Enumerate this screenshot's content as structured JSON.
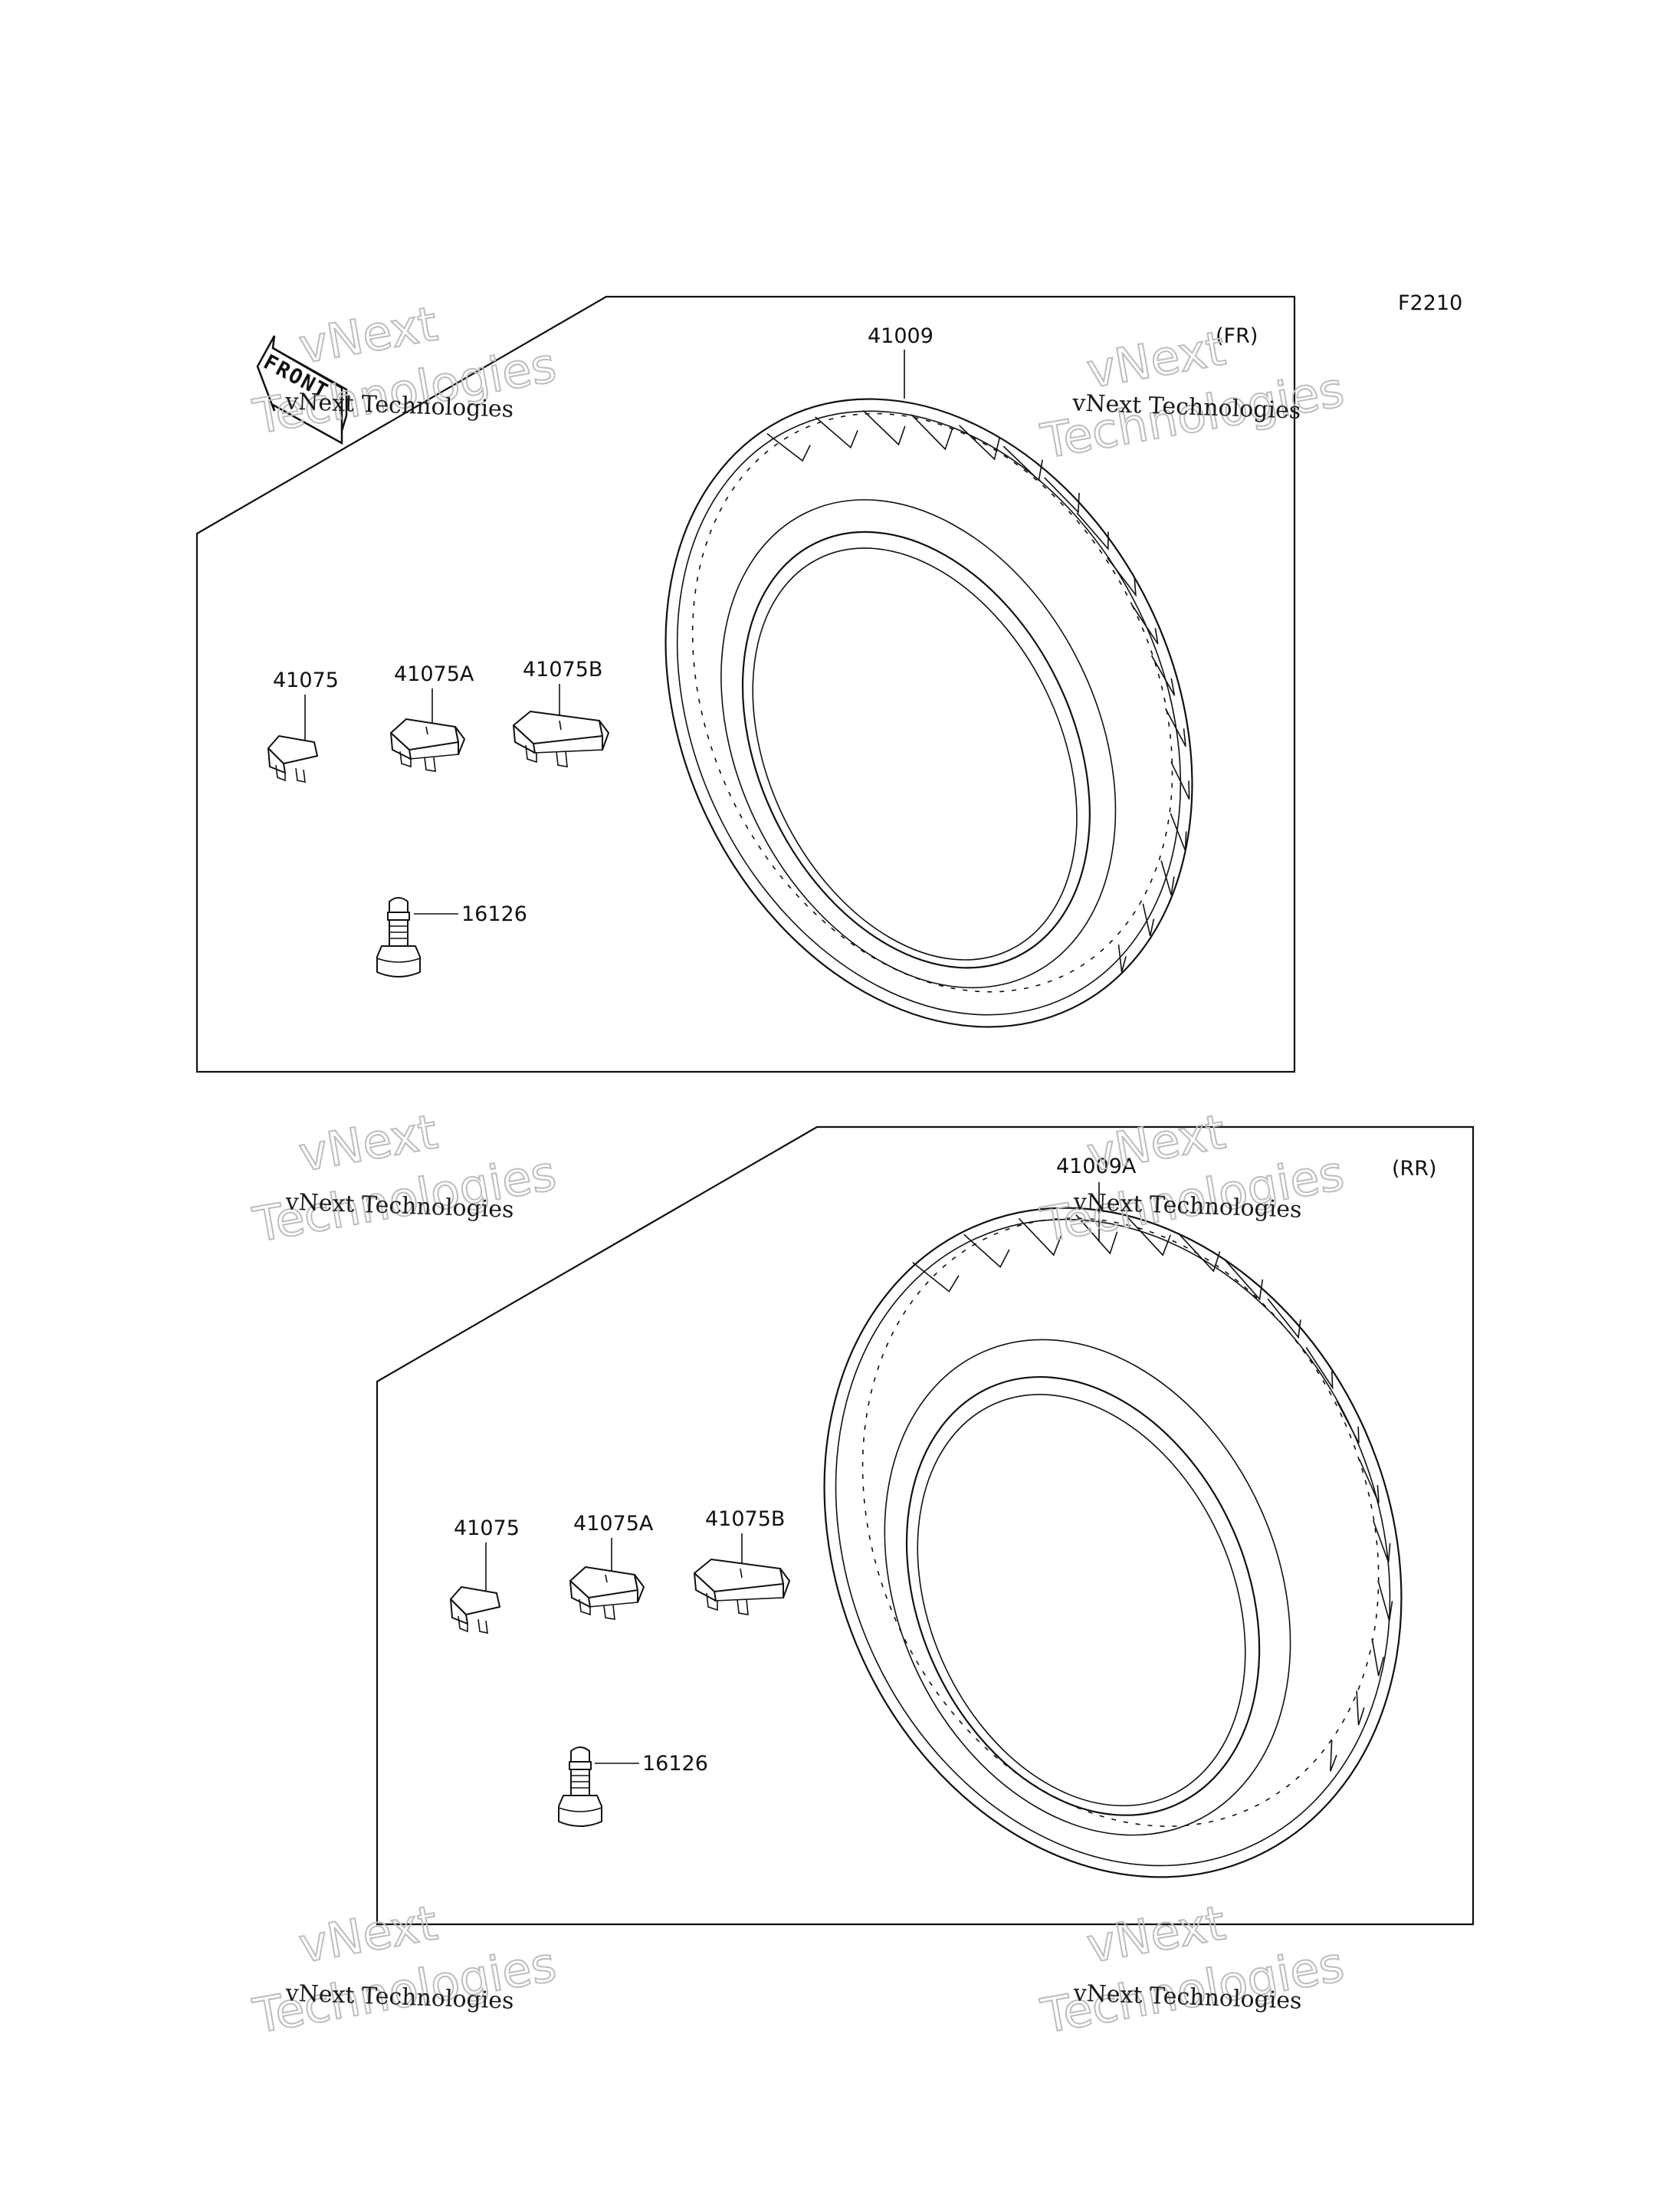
{
  "figure_code": "F2210",
  "front_arrow_label": "FRONT",
  "watermark": {
    "line1": "vNext Technologies",
    "big_1": "vNext",
    "big_2": "Technologies"
  },
  "front_section": {
    "position_label": "(FR)",
    "tire_part": "41009",
    "weight_parts": [
      "41075",
      "41075A",
      "41075B"
    ],
    "valve_part": "16126"
  },
  "rear_section": {
    "position_label": "(RR)",
    "tire_part": "41009A",
    "weight_parts": [
      "41075",
      "41075A",
      "41075B"
    ],
    "valve_part": "16126"
  }
}
